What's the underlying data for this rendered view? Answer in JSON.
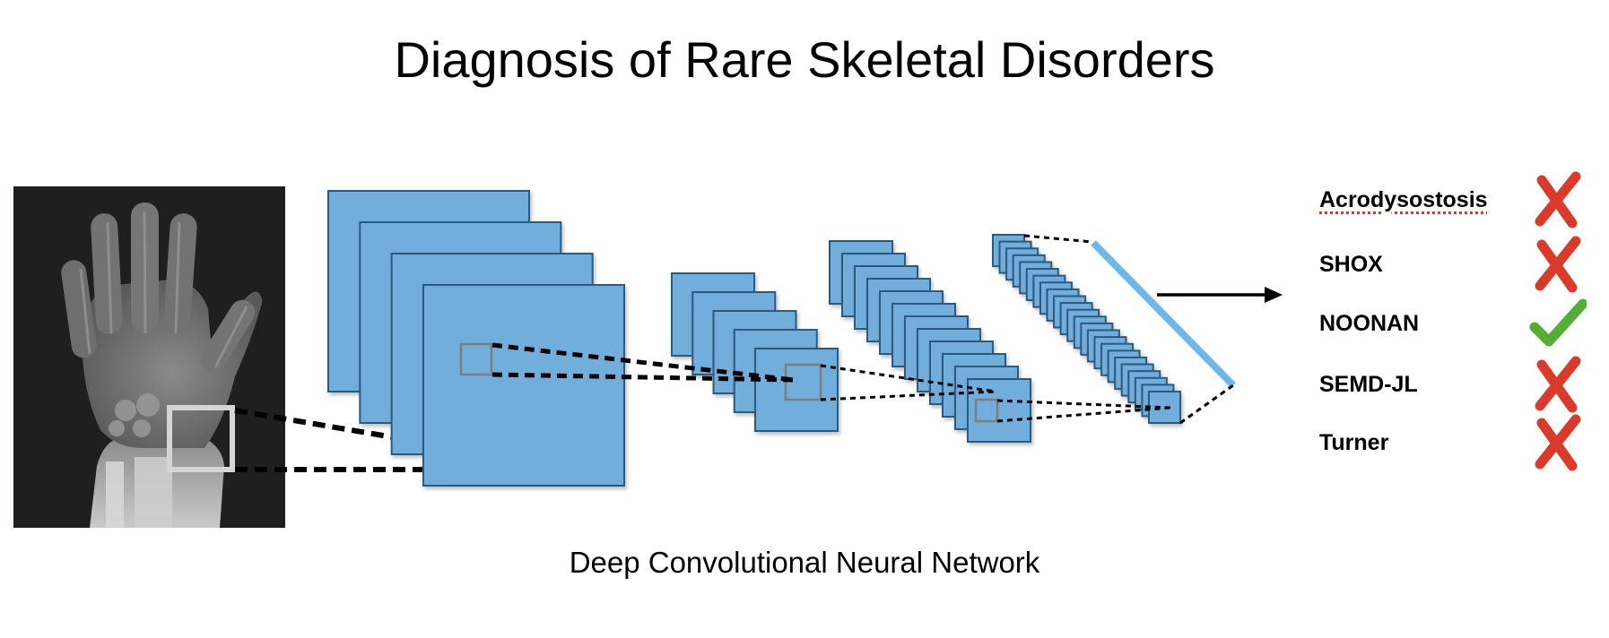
{
  "title": "Diagnosis of Rare Skeletal Disorders",
  "subtitle": "Deep Convolutional Neural Network",
  "input": {
    "icon": "hand-xray-image",
    "description": "Hand X-ray with highlighted wrist region"
  },
  "network": {
    "layers": [
      {
        "name": "conv-layer-1",
        "feature_maps": 4
      },
      {
        "name": "conv-layer-2",
        "feature_maps": 5
      },
      {
        "name": "conv-layer-3",
        "feature_maps": 12
      },
      {
        "name": "conv-layer-4",
        "feature_maps": 24
      },
      {
        "name": "fully-connected-layer"
      }
    ],
    "colors": {
      "feature_map_fill": "#71aedb",
      "feature_map_border": "#2c5a7e",
      "fc_layer": "#6cb8e8",
      "receptive_box": "#7d7d7d"
    }
  },
  "outputs": [
    {
      "label": "Acrodysostosis",
      "result": "cross",
      "spellcheck_underline": true
    },
    {
      "label": "SHOX",
      "result": "cross",
      "spellcheck_underline": false
    },
    {
      "label": "NOONAN",
      "result": "check",
      "spellcheck_underline": false
    },
    {
      "label": "SEMD-JL",
      "result": "cross",
      "spellcheck_underline": false
    },
    {
      "label": "Turner",
      "result": "cross",
      "spellcheck_underline": false
    }
  ],
  "colors": {
    "cross": "#d93a29",
    "check": "#55ad36",
    "text": "#000000"
  }
}
